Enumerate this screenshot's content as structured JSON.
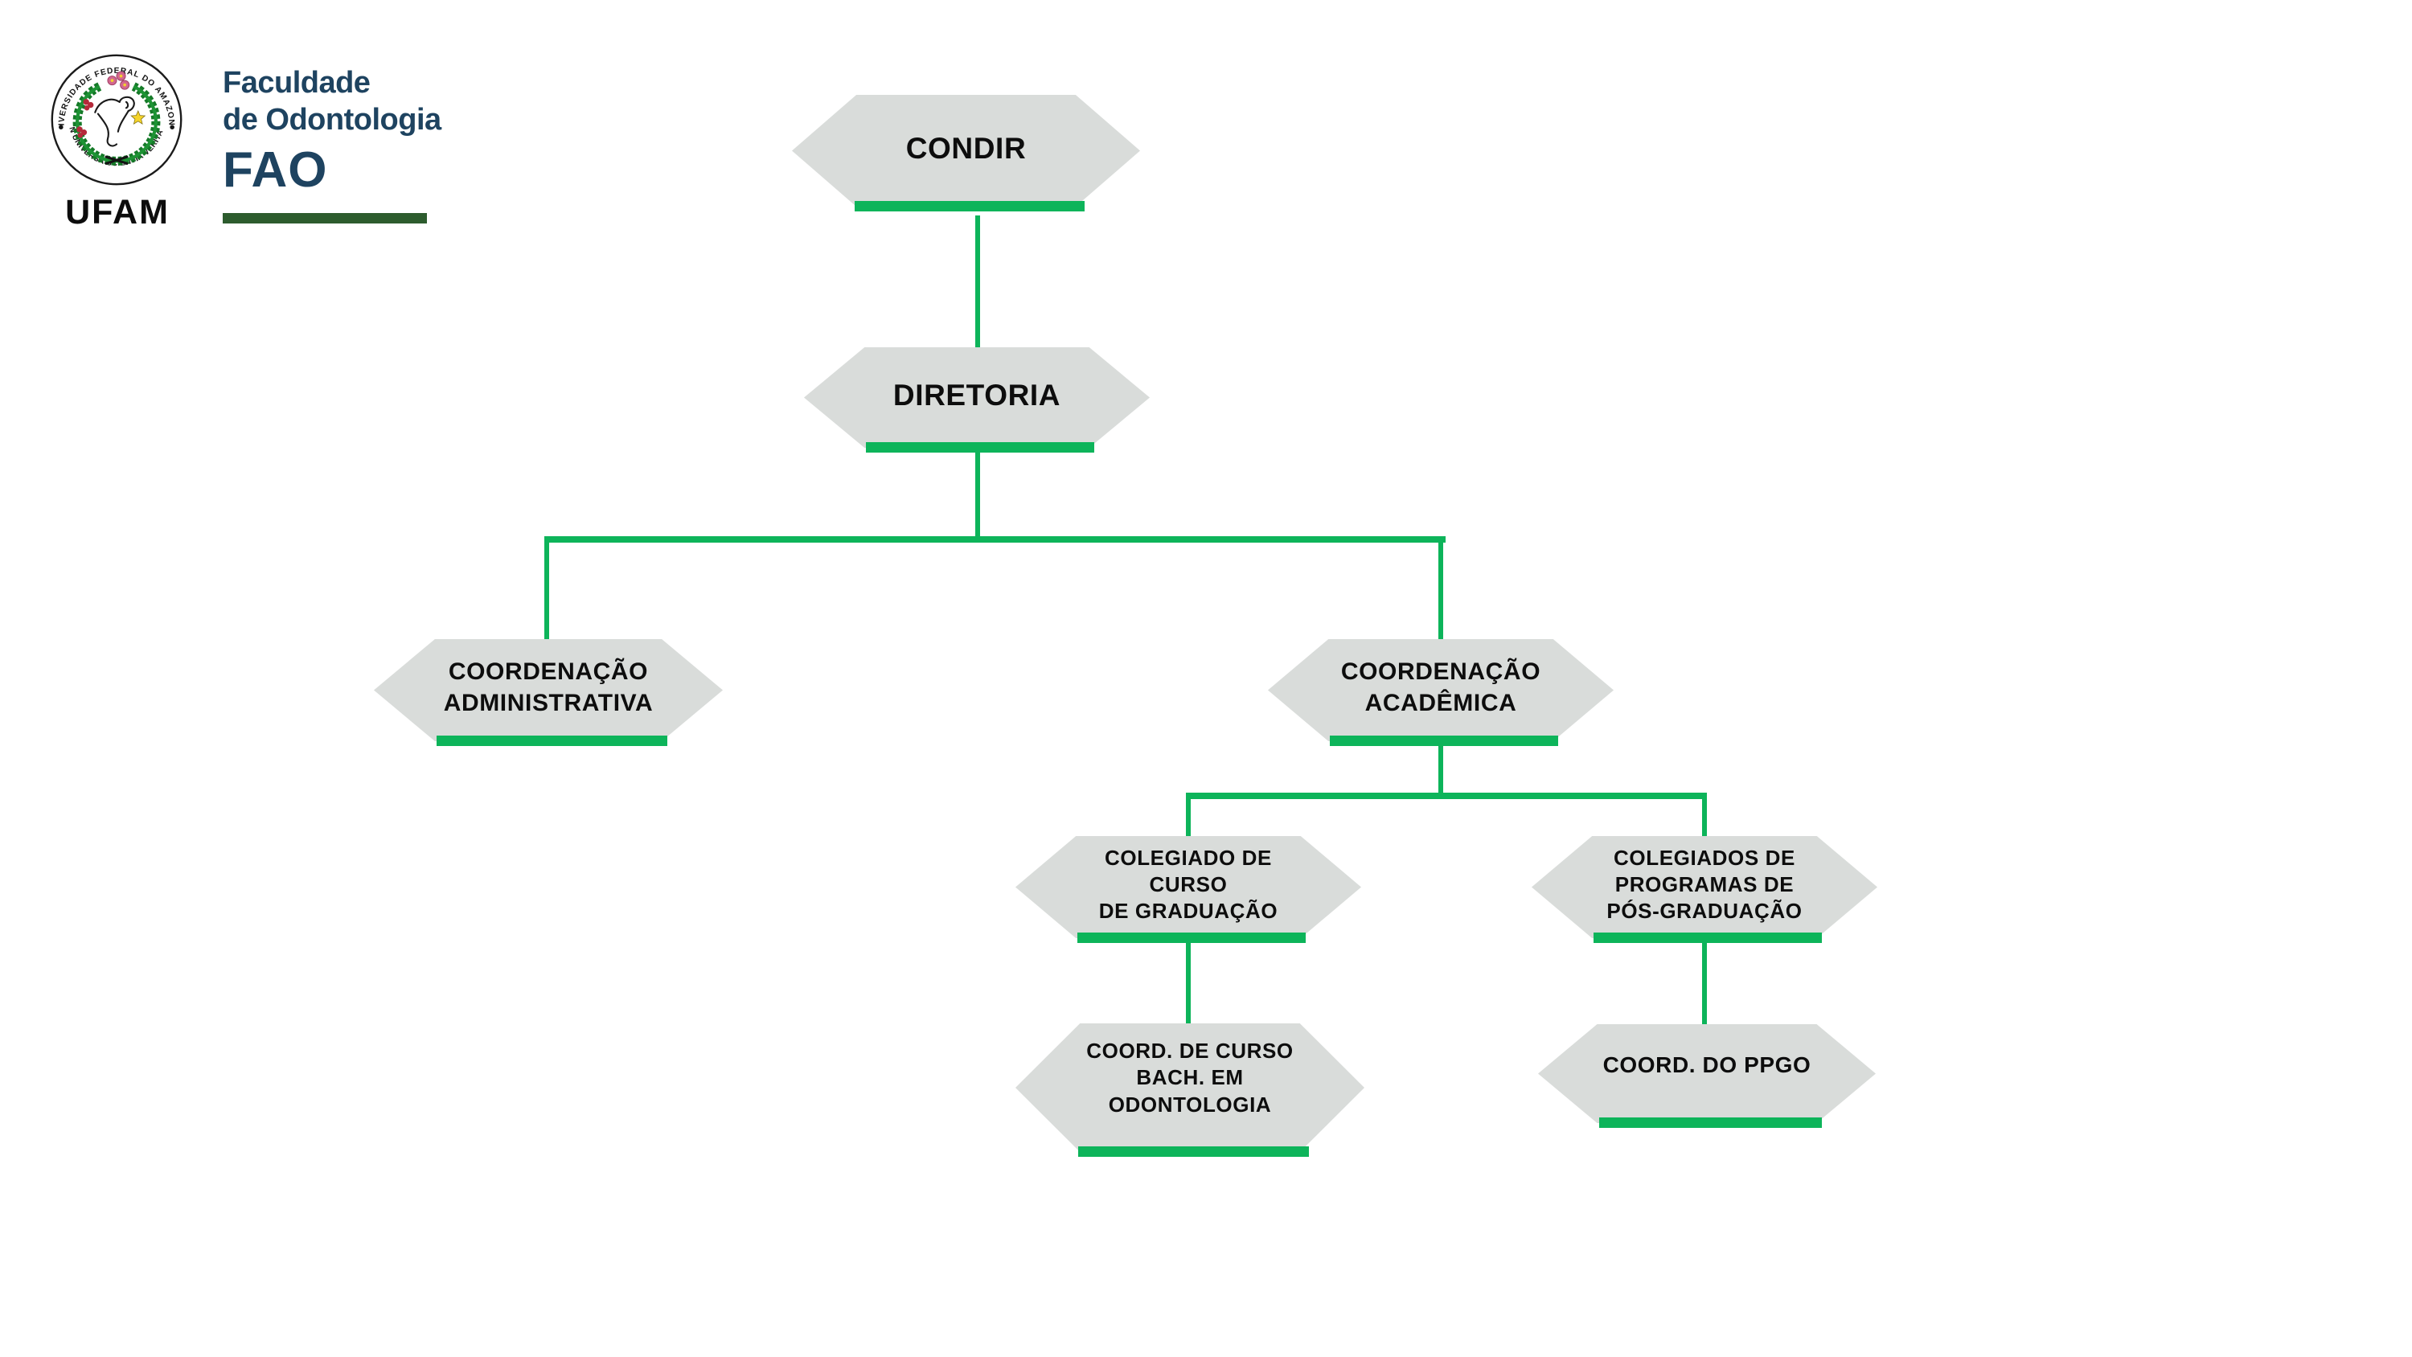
{
  "brand": {
    "university_acronym": "UFAM",
    "seal": {
      "top_text": "UNIVERSIDADE FEDERAL DO AMAZONAS",
      "bottom_text": "IN UNIVERSA SCIENTIA VERITAS"
    },
    "faculty_name_line1": "Faculdade",
    "faculty_name_line2": "de Odontologia",
    "faculty_acronym": "FAO"
  },
  "org_chart": {
    "nodes": {
      "condir": {
        "lines": [
          "CONDIR"
        ]
      },
      "diretoria": {
        "lines": [
          "DIRETORIA"
        ]
      },
      "coord_admin": {
        "lines": [
          "COORDENAÇÃO",
          "ADMINISTRATIVA"
        ]
      },
      "coord_acad": {
        "lines": [
          "COORDENAÇÃO",
          "ACADÊMICA"
        ]
      },
      "colegiado_grad": {
        "lines": [
          "COLEGIADO DE",
          "CURSO",
          "DE GRADUAÇÃO"
        ]
      },
      "colegiados_pos": {
        "lines": [
          "COLEGIADOS DE",
          "PROGRAMAS DE",
          "PÓS-GRADUAÇÃO"
        ]
      },
      "coord_curso": {
        "lines": [
          "COORD. DE CURSO",
          "BACH. EM",
          "ODONTOLOGIA"
        ]
      },
      "coord_ppgo": {
        "lines": [
          "COORD. DO PPGO"
        ]
      }
    },
    "hierarchy": [
      {
        "parent": "CONDIR",
        "children": [
          "DIRETORIA"
        ]
      },
      {
        "parent": "DIRETORIA",
        "children": [
          "COORDENAÇÃO ADMINISTRATIVA",
          "COORDENAÇÃO ACADÊMICA"
        ]
      },
      {
        "parent": "COORDENAÇÃO ACADÊMICA",
        "children": [
          "COLEGIADO DE CURSO DE GRADUAÇÃO",
          "COLEGIADOS DE PROGRAMAS DE PÓS-GRADUAÇÃO"
        ]
      },
      {
        "parent": "COLEGIADO DE CURSO DE GRADUAÇÃO",
        "children": [
          "COORD. DE CURSO BACH. EM ODONTOLOGIA"
        ]
      },
      {
        "parent": "COLEGIADOS DE PROGRAMAS DE PÓS-GRADUAÇÃO",
        "children": [
          "COORD. DO PPGO"
        ]
      }
    ]
  },
  "colors": {
    "node_fill": "#d9dcda",
    "accent_green": "#0db45a",
    "logo_bar_green": "#2d5c2e",
    "brand_navy": "#1e4360",
    "text_black": "#0d0d0d"
  }
}
